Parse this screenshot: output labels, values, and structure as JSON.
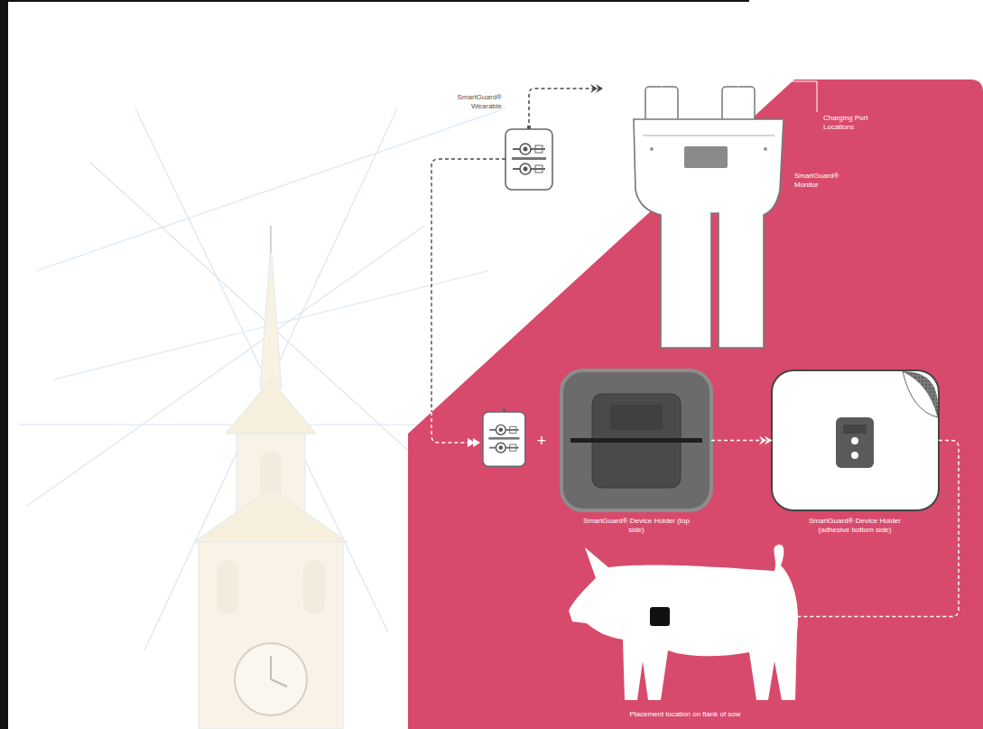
{
  "diagram": {
    "nodes": [
      {
        "text": [
          "SmartGuard® Wearable"
        ]
      },
      {
        "text": [
          "SmartGuard® Monitor"
        ]
      },
      {
        "text": [
          "SmartGuard® Device Holder (top side)"
        ]
      },
      {
        "text": [
          "SmartGuard® Device Holder (adhesive bottom side)"
        ]
      },
      {
        "text": [
          "Placement location on flank of sow"
        ]
      }
    ],
    "edges": [
      {
        "from": 0,
        "to": 1,
        "arrow": "to"
      },
      {
        "from": 2,
        "to": 3,
        "arrow": "to"
      },
      {
        "from": 3,
        "to": 4,
        "arrow": "to"
      }
    ],
    "labels": [
      "Charging Port Locations",
      "+"
    ]
  }
}
